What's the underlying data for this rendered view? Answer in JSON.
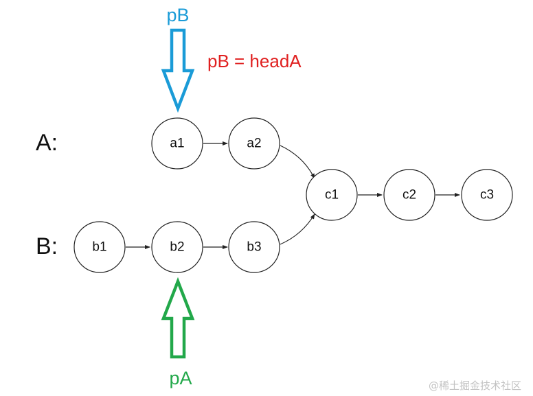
{
  "lists": {
    "a_label": "A:",
    "b_label": "B:"
  },
  "nodes": {
    "a1": "a1",
    "a2": "a2",
    "b1": "b1",
    "b2": "b2",
    "b3": "b3",
    "c1": "c1",
    "c2": "c2",
    "c3": "c3"
  },
  "pointers": {
    "pB": {
      "label": "pB",
      "color": "#1a9bd7",
      "target": "a1"
    },
    "pA": {
      "label": "pA",
      "color": "#22a84a",
      "target": "b2"
    }
  },
  "annotation": {
    "text": "pB = headA",
    "color": "#e02020"
  },
  "watermark": {
    "text": "@稀土掘金技术社区",
    "color": "#b8b8b8"
  },
  "edges": [
    [
      "a1",
      "a2"
    ],
    [
      "a2",
      "c1"
    ],
    [
      "b1",
      "b2"
    ],
    [
      "b2",
      "b3"
    ],
    [
      "b3",
      "c1"
    ],
    [
      "c1",
      "c2"
    ],
    [
      "c2",
      "c3"
    ]
  ]
}
